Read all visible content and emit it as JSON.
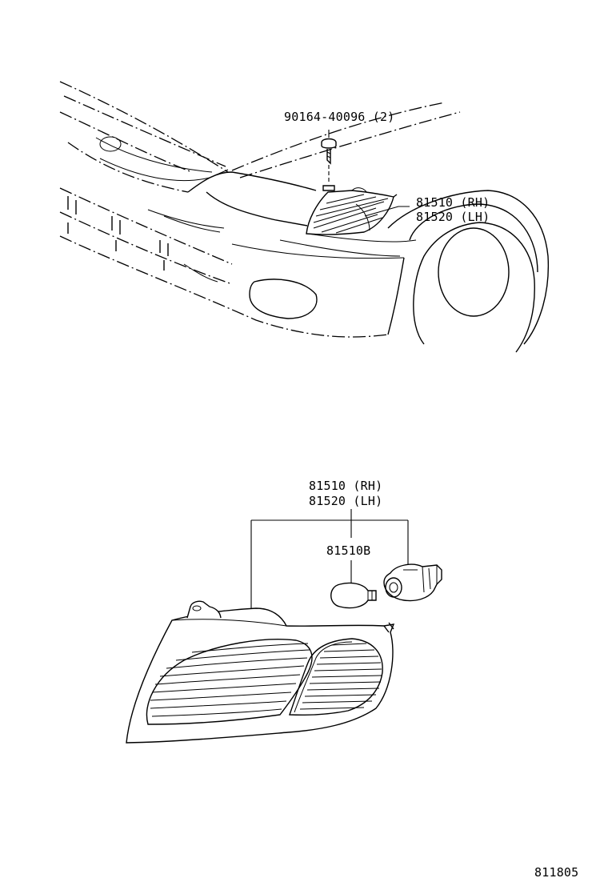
{
  "diagram_id": "811805",
  "callouts": {
    "screw": "90164-40096 (2)",
    "lamp_upper_rh": "81510 (RH)",
    "lamp_upper_lh": "81520 (LH)",
    "lamp_lower_rh": "81510 (RH)",
    "lamp_lower_lh": "81520 (LH)",
    "bulb_socket": "81510B"
  },
  "colors": {
    "line": "#000000",
    "background": "#ffffff"
  }
}
